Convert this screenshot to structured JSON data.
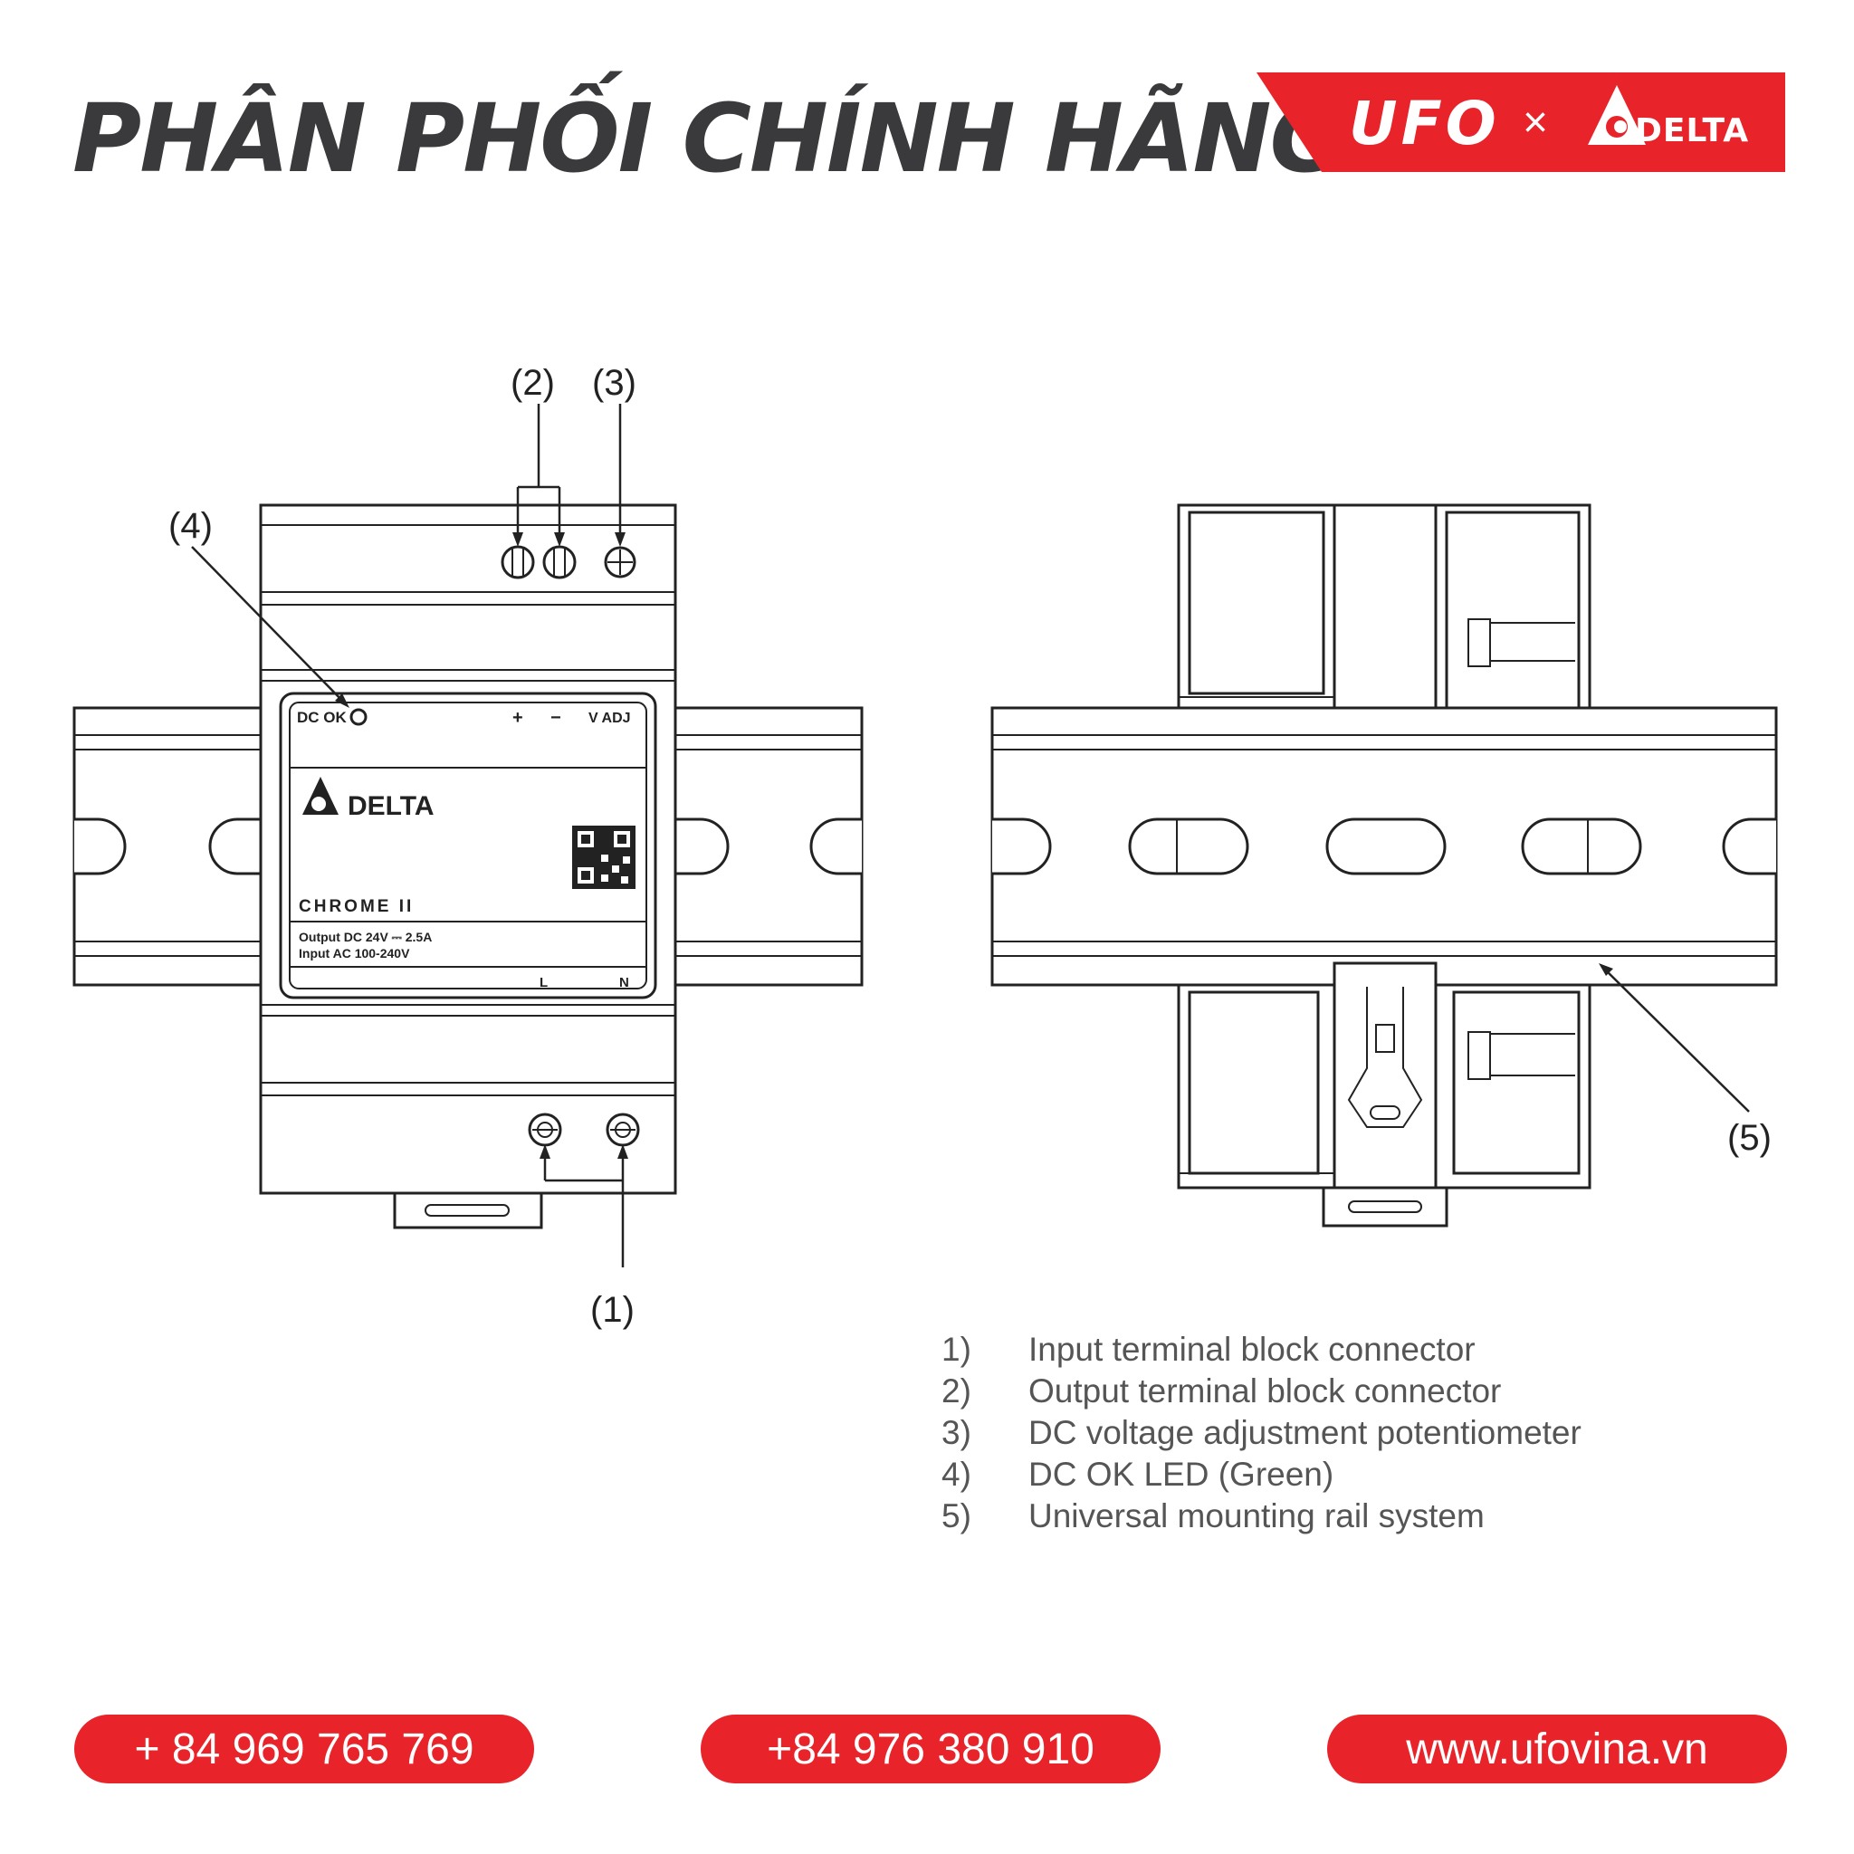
{
  "header": {
    "headline": "PHÂN PHỐI CHÍNH HÃNG",
    "ufo_logo": "UFO",
    "separator": "×",
    "delta_logo": "DELTA"
  },
  "colors": {
    "brand_red": "#e8232a",
    "headline_gray": "#3a3a3c",
    "line": "#222222"
  },
  "diagram": {
    "callouts": [
      "(1)",
      "(2)",
      "(3)",
      "(4)",
      "(5)"
    ],
    "device": {
      "dc_ok_label": "DC OK",
      "plus_label": "+",
      "minus_label": "−",
      "vadj_label": "V ADJ",
      "brand": "DELTA",
      "model": "CHROME II",
      "output_spec": "Output DC 24V ⎓ 2.5A",
      "input_spec": "Input AC 100-240V",
      "l_label": "L",
      "n_label": "N"
    }
  },
  "legend": [
    {
      "num": "1)",
      "text": "Input terminal block connector"
    },
    {
      "num": "2)",
      "text": "Output terminal block connector"
    },
    {
      "num": "3)",
      "text": "DC voltage adjustment potentiometer"
    },
    {
      "num": "4)",
      "text": "DC OK LED (Green)"
    },
    {
      "num": "5)",
      "text": "Universal mounting rail system"
    }
  ],
  "contacts": {
    "phone_1": "+ 84 969 765 769",
    "phone_2": "+84 976 380 910",
    "website": "www.ufovina.vn"
  }
}
